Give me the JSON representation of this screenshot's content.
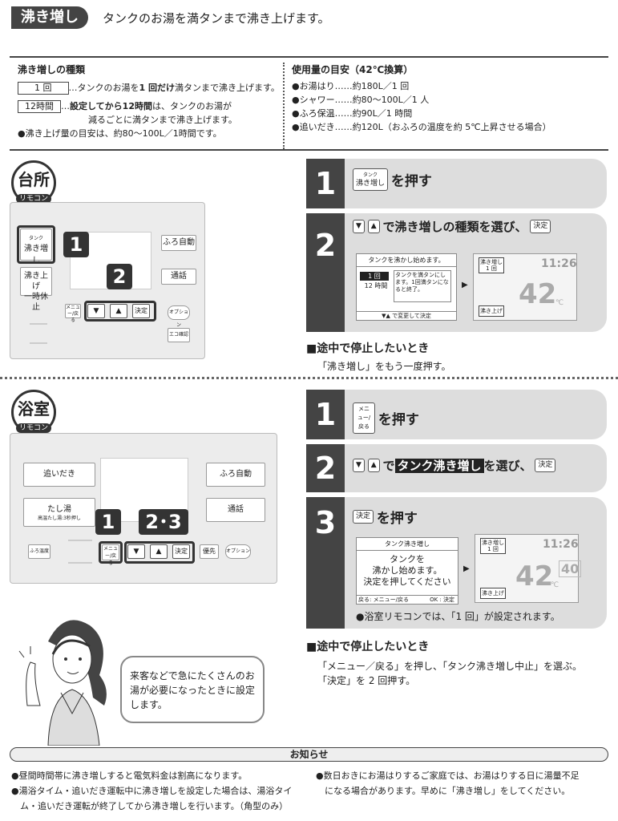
{
  "header": {
    "badge": "沸き増し",
    "text": "タンクのお湯を満タンまで沸き上げます。"
  },
  "kinds": {
    "title": "沸き増しの種類",
    "once_box": "1 回",
    "once_pre": "…タンクのお湯を",
    "once_bold": "1 回だけ",
    "once_post": "満タンまで沸き上げます。",
    "h12_box": "12時間",
    "h12_pre": "…",
    "h12_bold": "設定してから12時間",
    "h12_post": "は、タンクのお湯が",
    "h12_line2": "減るごとに満タンまで沸き上げます。",
    "rate": "●沸き上げ量の目安は、約80〜100L／1時間です。"
  },
  "usage": {
    "title": "使用量の目安（42℃換算）",
    "items": [
      "●お湯はり……約180L／1 回",
      "●シャワー……約80〜100L／1 人",
      "●ふろ保温……約90L／1 時間",
      "●追いだき……約120L（おふろの温度を約 5℃上昇させる場合）"
    ]
  },
  "kitchen": {
    "badge_big": "台所",
    "badge_small": "リモコン",
    "btn_wakimashi_small": "タンク",
    "btn_wakimashi": "沸き増し",
    "btn_stop1": "沸き上げ",
    "btn_stop2": "一時休止",
    "btn_furo": "ふろ自動",
    "btn_tsuwa": "通話",
    "btn_menu": "メニュー/戻る",
    "btn_decide": "決定",
    "btn_option": "オプション",
    "btn_eco": "エコ確認",
    "call1": "1",
    "call2": "2"
  },
  "kitchen_steps": [
    {
      "num": "1",
      "key_small": "タンク",
      "key": "沸き増し",
      "text": "を押す"
    },
    {
      "num": "2",
      "text": "で沸き増しの種類を選び、",
      "key_decide": "決定",
      "mini_title": "タンクを沸かし始めます。",
      "mini_opt1": "1 回",
      "mini_opt2": "12 時間",
      "mini_desc": "タンクを満タンにします。1回満タンになると終了。",
      "mini_foot": "で変更して決定",
      "disp_tag1": "沸き増し",
      "disp_tag1b": "1 回",
      "disp_time": "11:26",
      "disp_temp": "42",
      "disp_unit": "℃",
      "disp_tag2": "沸き上げ"
    }
  ],
  "kitchen_stop": {
    "title": "■途中で停止したいとき",
    "text": "「沸き増し」をもう一度押す。"
  },
  "bath": {
    "badge_big": "浴室",
    "badge_small": "リモコン",
    "btn_oidaki": "追いだき",
    "btn_tashiyu": "たし湯",
    "btn_tashiyu_sub": "高温たし湯:3秒押し",
    "btn_furo": "ふろ自動",
    "btn_tsuwa": "通話",
    "btn_furobot": "ふろ温度",
    "btn_menu": "メニュー/戻る",
    "btn_decide": "決定",
    "btn_yusen": "優先",
    "btn_option": "オプション",
    "call1": "1",
    "call2": "2･3"
  },
  "bath_steps": [
    {
      "num": "1",
      "key": "メニュー/戻る",
      "text": "を押す"
    },
    {
      "num": "2",
      "hl": "タンク沸き増し",
      "text_pre": "で",
      "text_post": "を選び、",
      "key_decide": "決定"
    },
    {
      "num": "3",
      "key": "決定",
      "text": "を押す",
      "mini_title": "タンク沸き増し",
      "mini_body1": "タンクを",
      "mini_body2": "沸かし始めます。",
      "mini_body3": "決定を押してください",
      "mini_foot_l": "戻る: メニュー/戻る",
      "mini_foot_r": "OK : 決定",
      "disp_tag1": "沸き増し",
      "disp_tag1b": "1 回",
      "disp_time": "11:26",
      "disp_temp": "42",
      "disp_temp2": "40",
      "disp_unit": "℃",
      "disp_tag2": "沸き上げ",
      "note": "●浴室リモコンでは、「1 回」が設定されます。"
    }
  ],
  "bath_stop": {
    "title": "■途中で停止したいとき",
    "line1": "「メニュー／戻る」を押し、「タンク沸き増し中止」を選ぶ。",
    "line2": "「決定」を 2 回押す。"
  },
  "bubble": "来客などで急にたくさんのお湯が必要になったときに設定します。",
  "notice": {
    "title": "お知らせ",
    "left1": "●昼間時間帯に沸き増しすると電気料金は割高になります。",
    "left2": "●湯浴タイム・追いだき運転中に沸き増しを設定した場合は、湯浴タイ",
    "left3": "　ム・追いだき運転が終了してから沸き増しを行います。（角型のみ）",
    "right1": "●数日おきにお湯はりするご家庭では、お湯はりする日に湯量不足",
    "right2": "　になる場合があります。早めに「沸き増し」をしてください。"
  }
}
